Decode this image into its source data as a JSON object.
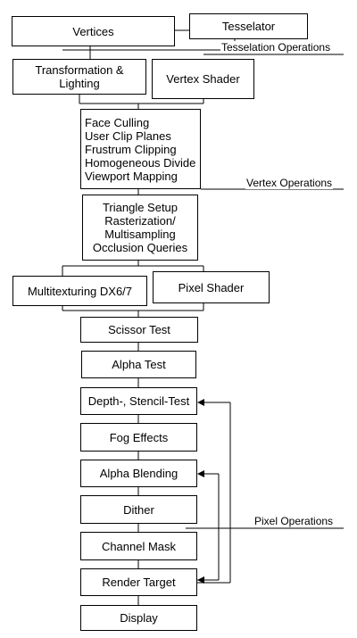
{
  "boxes": {
    "vertices": "Vertices",
    "tesselator": "Tesselator",
    "transform_lighting": "Transformation &\nLighting",
    "vertex_shader": "Vertex Shader",
    "vertex_ops": "Face Culling\nUser Clip Planes\nFrustrum Clipping\nHomogeneous Divide\nViewport Mapping",
    "setup_raster": "Triangle Setup\nRasterization/\nMultisampling\nOcclusion Queries",
    "multitexturing": "Multitexturing DX6/7",
    "pixel_shader": "Pixel Shader",
    "scissor": "Scissor Test",
    "alpha_test": "Alpha Test",
    "depth_stencil": "Depth-, Stencil-Test",
    "fog": "Fog Effects",
    "alpha_blend": "Alpha Blending",
    "dither": "Dither",
    "channel_mask": "Channel Mask",
    "render_target": "Render Target",
    "display": "Display"
  },
  "stage_labels": {
    "tesselation": "Tesselation Operations",
    "vertex": "Vertex Operations",
    "pixel": "Pixel Operations"
  }
}
